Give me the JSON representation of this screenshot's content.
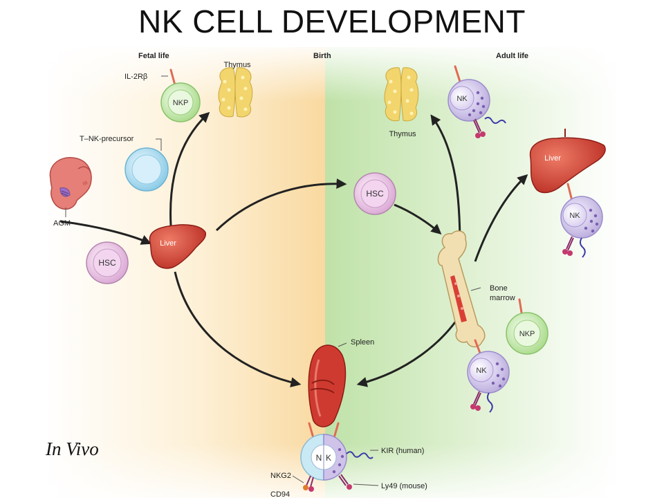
{
  "title": "NK CELL DEVELOPMENT",
  "caption": "In Vivo",
  "stages": {
    "fetal": "Fetal life",
    "birth": "Birth",
    "adult": "Adult life"
  },
  "labels": {
    "il2rb": "IL-2Rβ",
    "thymus_fetal": "Thymus",
    "thymus_adult": "Thymus",
    "t_nk_precursor": "T–NK-precursor",
    "agm": "AGM",
    "liver_fetal": "Liver",
    "liver_adult": "Liver",
    "hsc_fetal": "HSC",
    "hsc_birth": "HSC",
    "nkp_fetal": "NKP",
    "nkp_adult": "NKP",
    "nk": "NK",
    "nk_split_n": "N",
    "nk_split_k": "K",
    "spleen": "Spleen",
    "bone": "Bone",
    "marrow": "marrow",
    "kir": "KIR (human)",
    "ly49": "Ly49 (mouse)",
    "nkg2": "NKG2",
    "cd94": "CD94"
  },
  "colors": {
    "fetal_bg": "#fbe3b4",
    "adult_bg": "#cfe9bf",
    "hsc": "#e9c3e4",
    "nkp": "#c9ecb3",
    "precursor": "#a9dcef",
    "nk": "#c9bfe2",
    "organ": "#d7423a",
    "thymus": "#f4dc79",
    "arrow": "#222222"
  }
}
